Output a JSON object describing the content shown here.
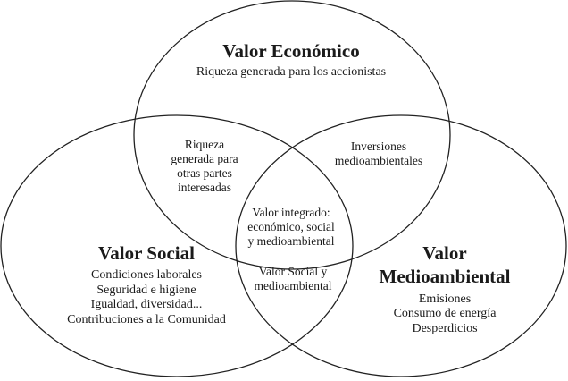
{
  "colors": {
    "stroke": "#222222",
    "background": "#ffffff",
    "text": "#1a1a1a"
  },
  "economico": {
    "title": "Valor Económico",
    "lines": [
      "Riqueza generada para los accionistas"
    ]
  },
  "social": {
    "title": "Valor Social",
    "lines": [
      "Condiciones laborales",
      "Seguridad e higiene",
      "Igualdad, diversidad...",
      "Contribuciones a la Comunidad"
    ]
  },
  "medioambiental": {
    "title_lines": [
      "Valor",
      "Medioambiental"
    ],
    "lines": [
      "Emisiones",
      "Consumo de energía",
      "Desperdicios"
    ]
  },
  "economico_social": {
    "lines": [
      "Riqueza",
      "generada para",
      "otras partes",
      "interesadas"
    ]
  },
  "economico_medioambiental": {
    "lines": [
      "Inversiones",
      "medioambientales"
    ]
  },
  "social_medioambiental": {
    "lines": [
      "Valor Social y",
      "medioambiental"
    ]
  },
  "integrado": {
    "lines": [
      "Valor integrado:",
      "económico, social",
      "y medioambiental"
    ]
  }
}
